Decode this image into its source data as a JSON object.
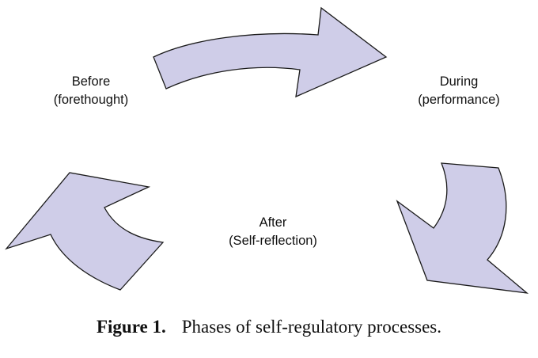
{
  "colors": {
    "arrow_fill": "#cfcde8",
    "arrow_stroke": "#1a1a1a",
    "text": "#111111"
  },
  "phases": {
    "before": {
      "line1": "Before",
      "line2": "(forethought)"
    },
    "during": {
      "line1": "During",
      "line2": "(performance)"
    },
    "after": {
      "line1": "After",
      "line2": "(Self-reflection)"
    }
  },
  "arrows": [
    {
      "from": "before",
      "to": "during",
      "icon": "curved-arrow-right-icon"
    },
    {
      "from": "during",
      "to": "after",
      "icon": "curved-arrow-down-icon"
    },
    {
      "from": "after",
      "to": "before",
      "icon": "curved-arrow-up-icon"
    }
  ],
  "caption": {
    "label": "Figure 1.",
    "text": "Phases of self-regulatory processes."
  }
}
